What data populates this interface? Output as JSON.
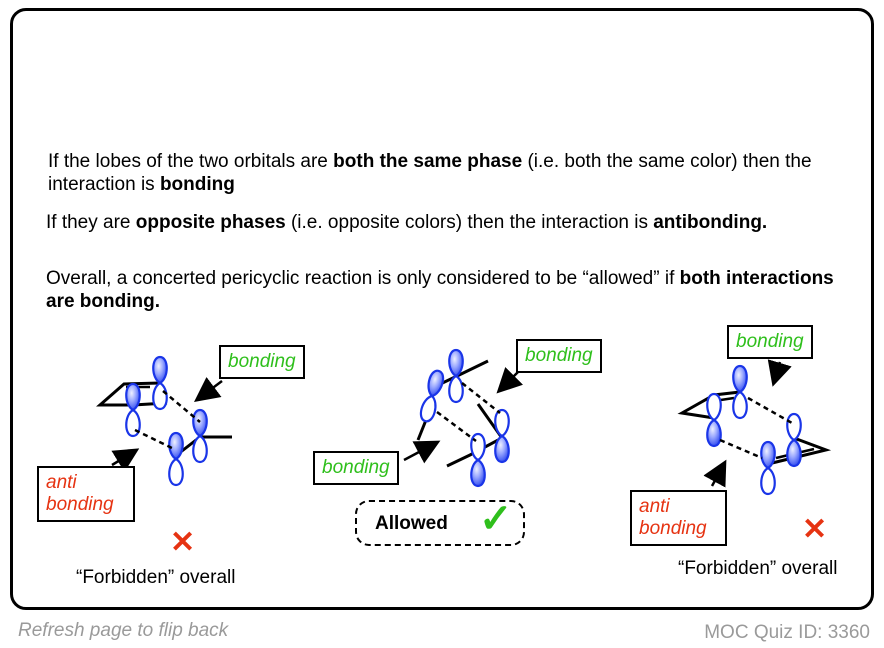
{
  "paragraphs": {
    "p1": [
      "If the lobes of the two orbitals are ",
      "both the same phase",
      " (i.e. both the same color) then the interaction is ",
      "bonding"
    ],
    "p2": [
      "If they are ",
      "opposite phases",
      " (i.e. opposite colors) then the interaction is ",
      "antibonding."
    ],
    "p3": [
      "Overall, a concerted pericyclic reaction is only considered to be “allowed” if ",
      "both interactions are bonding."
    ]
  },
  "left_panel": {
    "label_top": "bonding",
    "label_bottom_line1": "anti",
    "label_bottom_line2": "bonding",
    "verdict": "“Forbidden” overall"
  },
  "middle_panel": {
    "label_top": "bonding",
    "label_bottom": "bonding",
    "verdict": "Allowed"
  },
  "right_panel": {
    "label_top": "bonding",
    "label_bottom_line1": "anti",
    "label_bottom_line2": "bonding",
    "verdict": "“Forbidden” overall"
  },
  "colors": {
    "orbital": "#1a35e8",
    "bonding": "#2fbf1c",
    "antibonding": "#e63312"
  },
  "icons": {
    "forbidden": "cross-icon",
    "allowed": "checkmark-icon"
  },
  "footer": {
    "hint": "Refresh page to flip back",
    "quiz_id": "MOC Quiz ID: 3360"
  }
}
